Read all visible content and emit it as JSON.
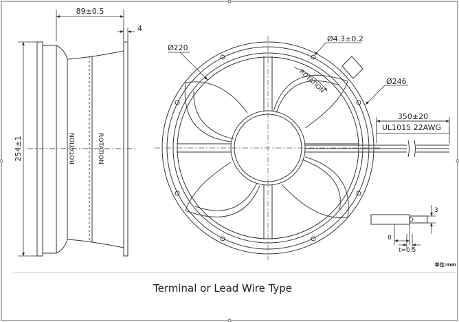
{
  "drawing": {
    "caption": "Terminal or Lead Wire Type",
    "unit_note": "单位:mm",
    "side_view": {
      "depth_dim": "89±0.5",
      "flange_dim": "4",
      "height_dim": "254±1",
      "rotation_label_left": "ROTATION",
      "rotation_label_right": "ROTATION"
    },
    "front_view": {
      "inner_diameter": "Ø220",
      "hole_diameter": "Ø4.3±0.2",
      "outer_diameter": "Ø246",
      "rotation_label": "ROTATION",
      "lead_length": "350±20",
      "wire_spec": "UL1015 22AWG"
    },
    "terminal_detail": {
      "height_dim": "3",
      "width_dim": "8",
      "thickness_dim": "t=0.5"
    }
  }
}
